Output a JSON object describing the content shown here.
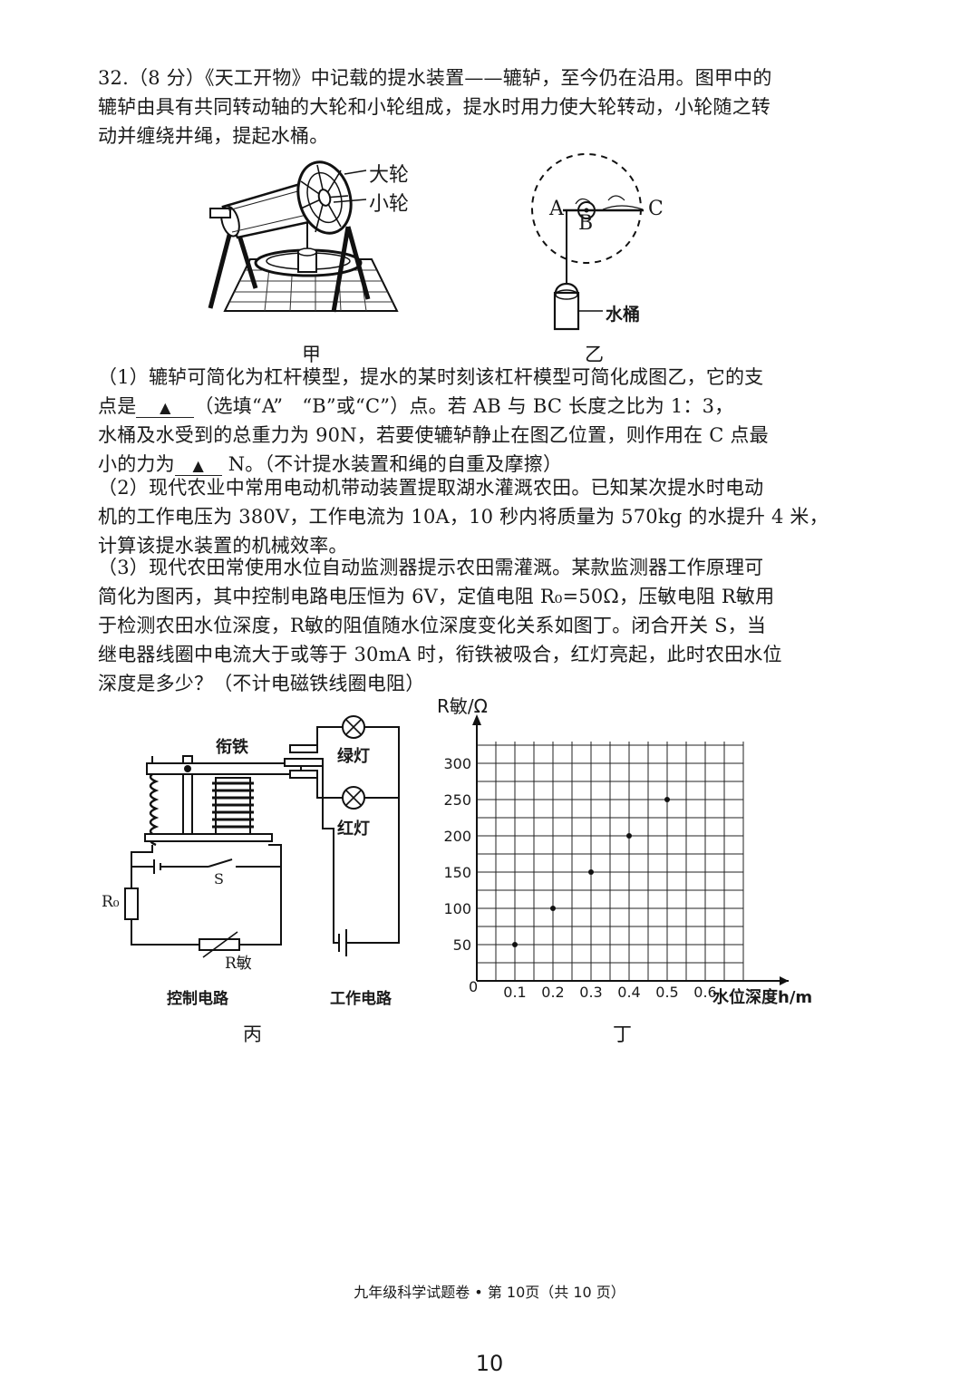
{
  "question": {
    "lines": [
      "32.（8 分）《天工开物》中记载的提水装置——辘轳，至今仍在沿用。图甲中的",
      "辘轳由具有共同转动轴的大轮和小轮组成，提水时用力使大轮转动，小轮随之转",
      "动并缠绕井绳，提起水桶。"
    ]
  },
  "fig_jia": {
    "label_big": "大轮",
    "label_small": "小轮",
    "caption": "甲"
  },
  "fig_yi": {
    "label_a": "A",
    "label_b": "B",
    "label_c": "C",
    "label_bucket": "水桶",
    "caption": "乙"
  },
  "part1": {
    "l1": "（1）辘轳可简化为杠杆模型，提水的某时刻该杠杆模型可简化成图乙，它的支",
    "l2a": "点是",
    "blank": "▲",
    "l2b": "（选填“A”　“B”或“C”）点。若 AB 与 BC 长度之比为 1：3，",
    "l3": "水桶及水受到的总重力为 90N，若要使辘轳静止在图乙位置，则作用在 C 点最",
    "l4a": "小的力为",
    "blank2": "▲",
    "l4b": " N。（不计提水装置和绳的自重及摩擦）"
  },
  "part2": {
    "lines": [
      "（2）现代农业中常用电动机带动装置提取湖水灌溉农田。已知某次提水时电动",
      "机的工作电压为 380V，工作电流为 10A，10 秒内将质量为 570kg 的水提升 4 米，",
      "计算该提水装置的机械效率。"
    ]
  },
  "part3": {
    "lines": [
      "（3）现代农田常使用水位自动监测器提示农田需灌溉。某款监测器工作原理可",
      "简化为图丙，其中控制电路电压恒为 6V，定值电阻 R₀=50Ω，压敏电阻 R敏用",
      "于检测农田水位深度，R敏的阻值随水位深度变化关系如图丁。闭合开关 S，当",
      "继电器线圈中电流大于或等于 30mA 时，衔铁被吸合，红灯亮起，此时农田水位",
      "深度是多少？（不计电磁铁线圈电阻）"
    ]
  },
  "fig_bing": {
    "armature": "衔铁",
    "green": "绿灯",
    "red": "红灯",
    "switch": "S",
    "r0": "R₀",
    "rmin": "R敏",
    "control": "控制电路",
    "work": "工作电路",
    "caption": "丙"
  },
  "chart_data": {
    "type": "scatter",
    "title": "",
    "ylabel": "R敏/Ω",
    "xlabel": "水位深度h/m",
    "x_ticks": [
      "0.1",
      "0.2",
      "0.3",
      "0.4",
      "0.5",
      "0.6"
    ],
    "y_ticks": [
      "50",
      "100",
      "150",
      "200",
      "250",
      "300"
    ],
    "origin_label": "0",
    "xlim": [
      0,
      0.7
    ],
    "ylim": [
      0,
      330
    ],
    "x_gridlines": [
      0.05,
      0.1,
      0.15,
      0.2,
      0.25,
      0.3,
      0.35,
      0.4,
      0.45,
      0.5,
      0.55,
      0.6,
      0.65,
      0.7
    ],
    "y_gridlines": [
      25,
      50,
      75,
      100,
      125,
      150,
      175,
      200,
      225,
      250,
      275,
      300,
      325
    ],
    "grid": true,
    "x": [
      0.1,
      0.2,
      0.3,
      0.4,
      0.5
    ],
    "y": [
      50,
      100,
      150,
      200,
      250
    ],
    "caption": "丁"
  },
  "footer": {
    "text": "九年级科学试题卷 • 第 10页（共 10 页）",
    "page_number": "10"
  }
}
